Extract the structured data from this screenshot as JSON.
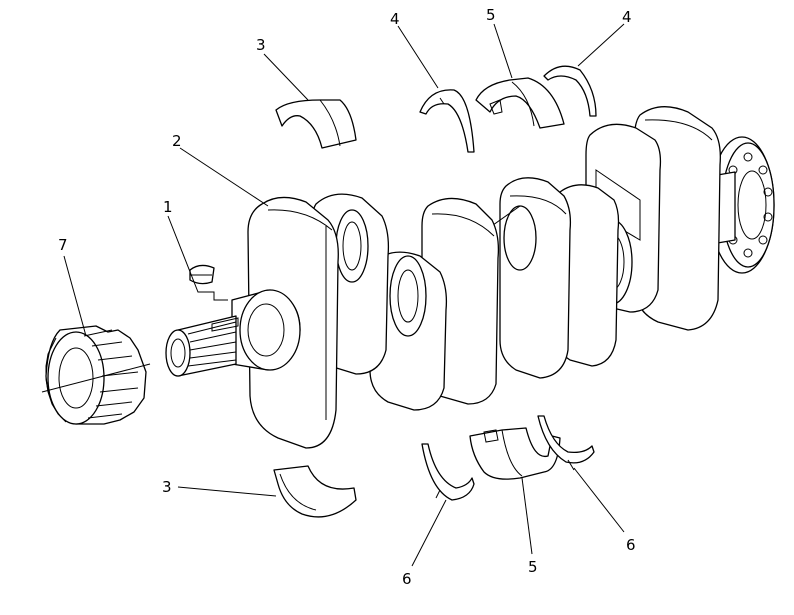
{
  "callouts": [
    {
      "id": "key",
      "label": "1"
    },
    {
      "id": "crankshaft",
      "label": "2"
    },
    {
      "id": "main-bearing-upper",
      "label": "3"
    },
    {
      "id": "main-bearing-lower",
      "label": "3"
    },
    {
      "id": "thrust-washer-upper-left",
      "label": "4"
    },
    {
      "id": "thrust-bearing-upper",
      "label": "5"
    },
    {
      "id": "thrust-washer-upper-right",
      "label": "4"
    },
    {
      "id": "thrust-washer-lower-left",
      "label": "6"
    },
    {
      "id": "thrust-bearing-lower",
      "label": "5"
    },
    {
      "id": "thrust-washer-lower-right",
      "label": "6"
    },
    {
      "id": "crankshaft-gear",
      "label": "7"
    }
  ],
  "colors": {
    "line": "#000000",
    "background": "#ffffff"
  }
}
